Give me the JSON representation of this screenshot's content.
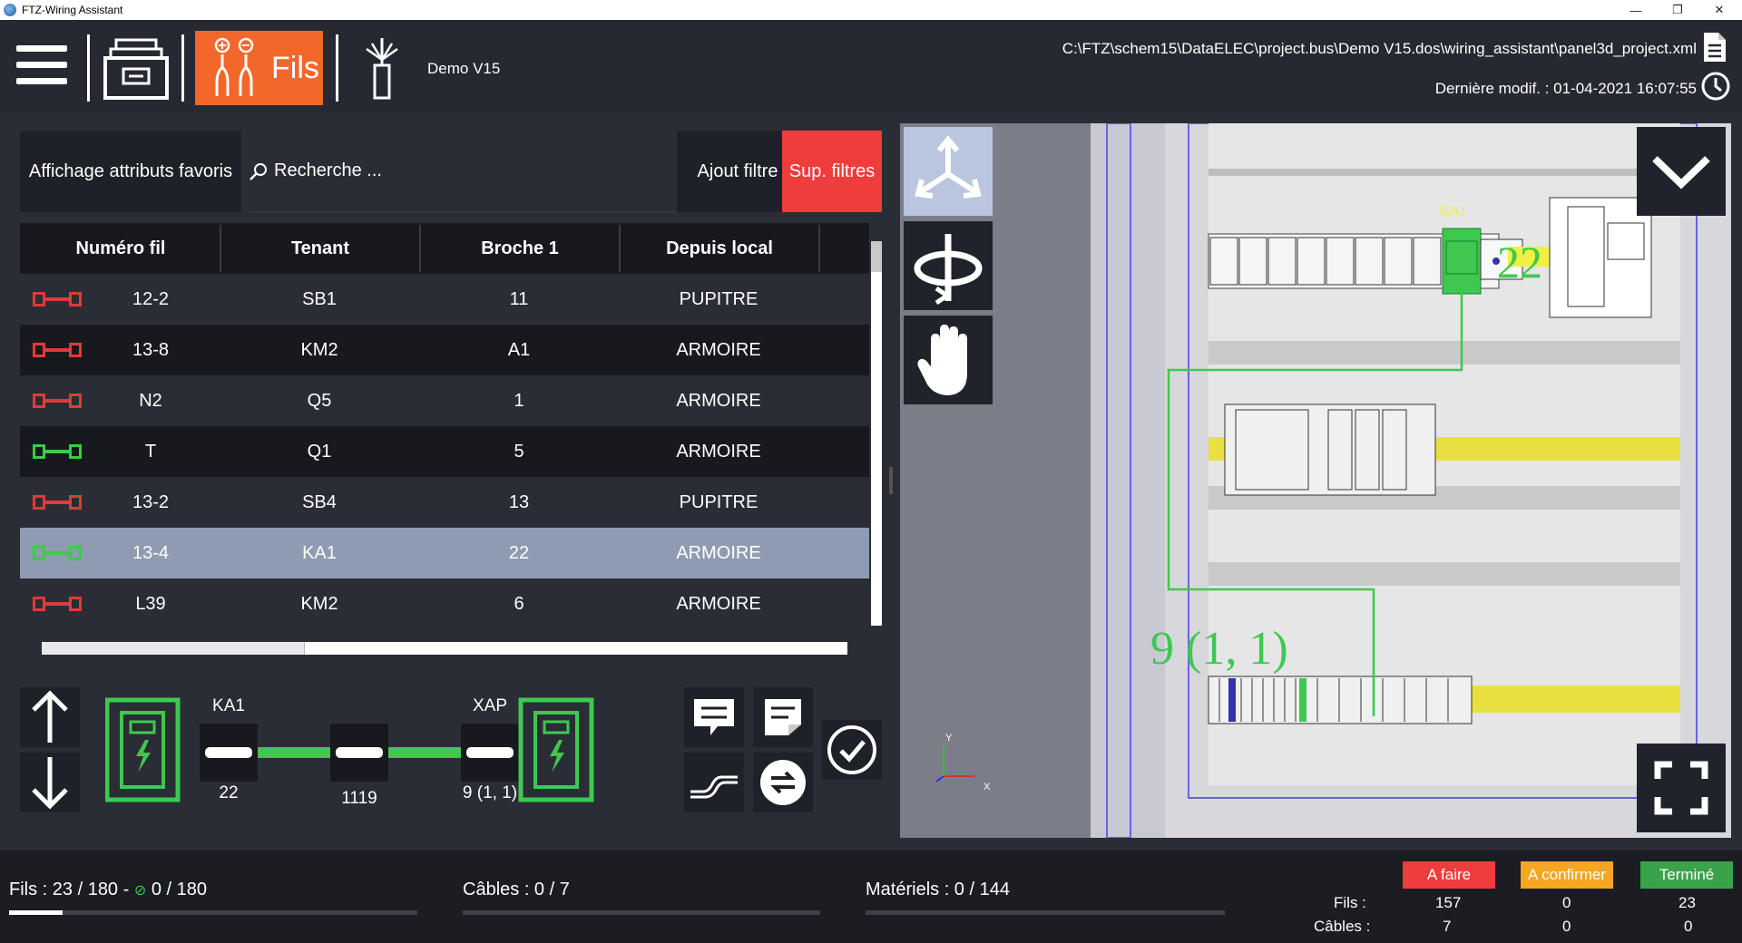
{
  "window": {
    "title": "FTZ-Wiring Assistant",
    "minimize": "—",
    "restore": "❐",
    "close": "✕"
  },
  "header": {
    "fils_label": "Fils",
    "project_name": "Demo V15",
    "file_path": "C:\\FTZ\\schem15\\DataELEC\\project.bus\\Demo V15.dos\\wiring_assistant\\panel3d_project.xml",
    "last_modified": "Dernière modif. : 01-04-2021 16:07:55"
  },
  "filters": {
    "favorites_label": "Affichage attributs favoris",
    "search_placeholder": "Recherche ...",
    "add_filter_label": "Ajout filtre",
    "remove_filters_label": "Sup. filtres",
    "colors": {
      "remove_filters": "#ef3c3c"
    }
  },
  "table": {
    "columns": [
      "Numéro fil",
      "Tenant",
      "Broche 1",
      "Depuis local"
    ],
    "rows": [
      {
        "status": "todo",
        "wire": "12-2",
        "tenant": "SB1",
        "pin": "11",
        "from": "PUPITRE"
      },
      {
        "status": "todo",
        "wire": "13-8",
        "tenant": "KM2",
        "pin": "A1",
        "from": "ARMOIRE"
      },
      {
        "status": "todo",
        "wire": "N2",
        "tenant": "Q5",
        "pin": "1",
        "from": "ARMOIRE"
      },
      {
        "status": "done",
        "wire": "T",
        "tenant": "Q1",
        "pin": "5",
        "from": "ARMOIRE"
      },
      {
        "status": "todo",
        "wire": "13-2",
        "tenant": "SB4",
        "pin": "13",
        "from": "PUPITRE"
      },
      {
        "status": "done",
        "wire": "13-4",
        "tenant": "KA1",
        "pin": "22",
        "from": "ARMOIRE",
        "selected": true
      },
      {
        "status": "todo",
        "wire": "L39",
        "tenant": "KM2",
        "pin": "6",
        "from": "ARMOIRE"
      }
    ]
  },
  "connection": {
    "left_device": "KA1",
    "left_pin": "22",
    "wire_number": "1119",
    "right_device": "XAP",
    "right_pin": "9 (1, 1)"
  },
  "viewport": {
    "component_label": "KA1",
    "pin_label": "22",
    "terminal_label": "9 (1, 1)",
    "axis_x": "X",
    "axis_y": "Y"
  },
  "status": {
    "fils_text": "Fils : 23 / 180 -",
    "fils_confirmed": "0 / 180",
    "fils_progress": 0.13,
    "cables_text": "Câbles : 0 / 7",
    "cables_progress": 0,
    "materiels_text": "Matériels : 0 / 144",
    "materiels_progress": 0,
    "legend": [
      {
        "label": "A faire",
        "color": "#ef3c3c"
      },
      {
        "label": "A confirmer",
        "color": "#f5a623"
      },
      {
        "label": "Terminé",
        "color": "#3aa34a"
      }
    ],
    "summary": {
      "fils_label": "Fils :",
      "cables_label": "Câbles :",
      "fils_values": [
        "157",
        "0",
        "23"
      ],
      "cables_values": [
        "7",
        "0",
        "0"
      ]
    }
  }
}
